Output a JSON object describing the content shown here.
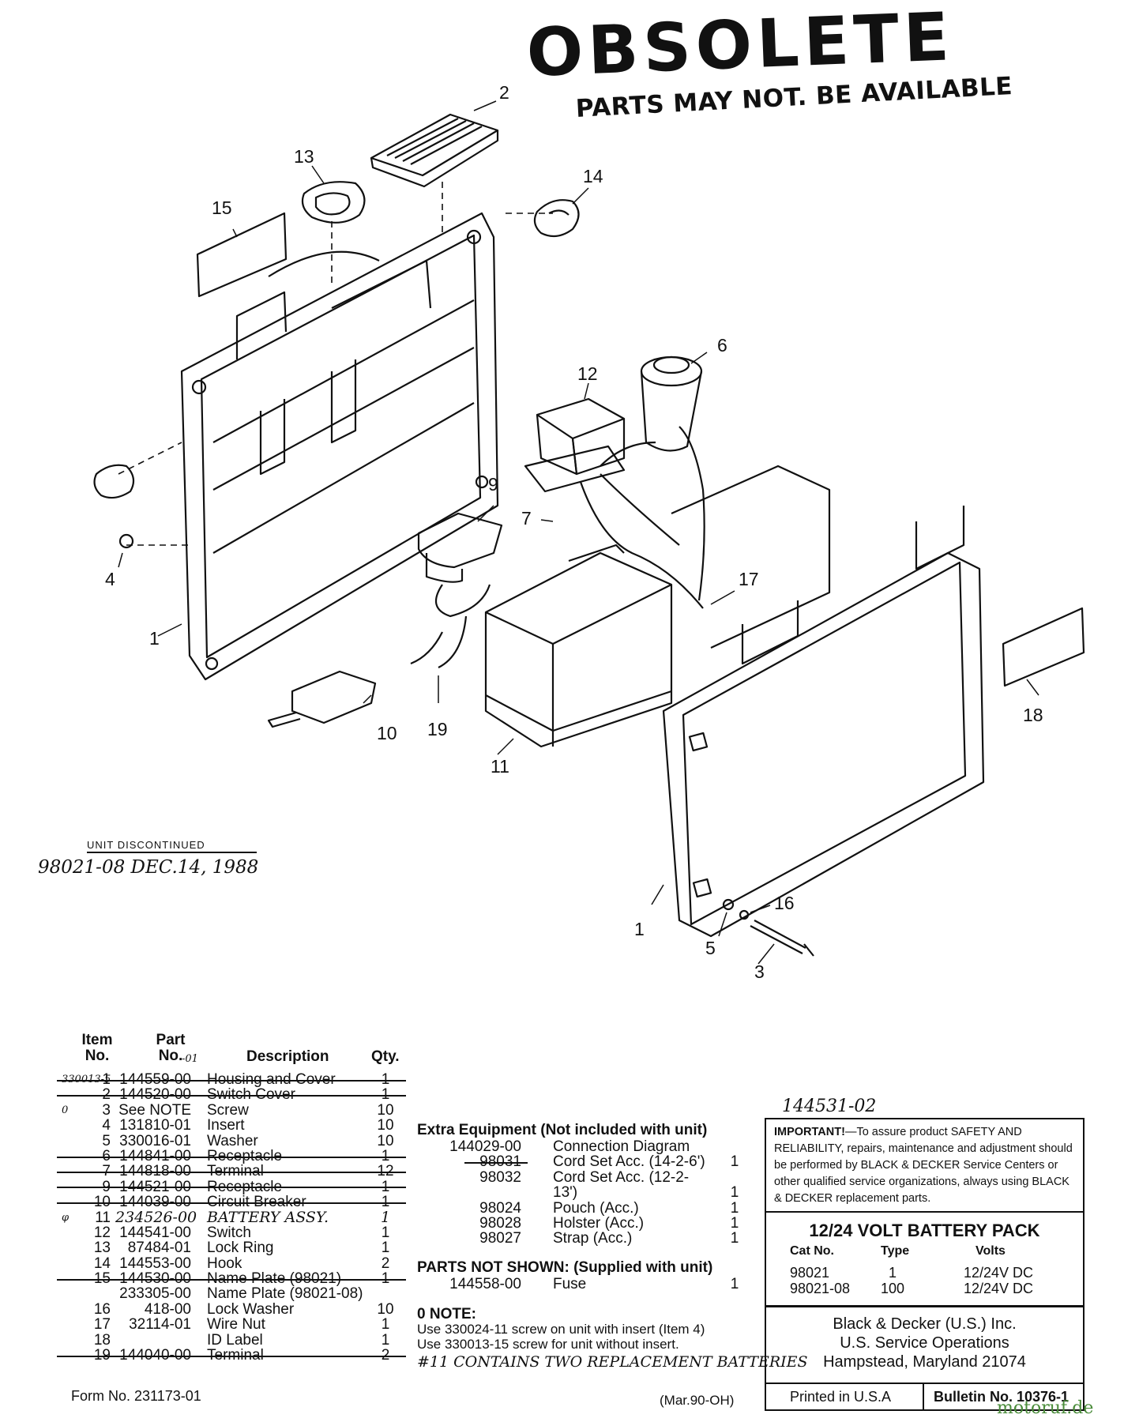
{
  "stamp": {
    "headline": "OBSOLETE",
    "subline": "PARTS MAY NOT. BE AVAILABLE"
  },
  "callouts": [
    "2",
    "13",
    "14",
    "15",
    "6",
    "12",
    "9",
    "7",
    "4",
    "1",
    "17",
    "10",
    "19",
    "11",
    "18",
    "1",
    "16",
    "5",
    "3"
  ],
  "discontinued": {
    "title": "UNIT DISCONTINUED",
    "handwritten": "98021-08   DEC.14, 1988"
  },
  "parts_table": {
    "headers": {
      "item": "Item No.",
      "part": "Part No.",
      "part_suffix": "-01",
      "desc": "Description",
      "qty": "Qty."
    },
    "rows": [
      {
        "mark": "330013-5",
        "item": "1",
        "part": "144559-00",
        "desc": "Housing and Cover",
        "qty": "1",
        "struck": true
      },
      {
        "mark": "",
        "item": "2",
        "part": "144520-00",
        "desc": "Switch Cover",
        "qty": "1",
        "struck": true
      },
      {
        "mark": "0",
        "item": "3",
        "part": "See NOTE",
        "desc": "Screw",
        "qty": "10",
        "struck": false
      },
      {
        "mark": "",
        "item": "4",
        "part": "131810-01",
        "desc": "Insert",
        "qty": "10",
        "struck": false
      },
      {
        "mark": "",
        "item": "5",
        "part": "330016-01",
        "desc": "Washer",
        "qty": "10",
        "struck": false
      },
      {
        "mark": "",
        "item": "6",
        "part": "144841-00",
        "desc": "Receptacle",
        "qty": "1",
        "struck": true
      },
      {
        "mark": "",
        "item": "7",
        "part": "144818-00",
        "desc": "Terminal",
        "qty": "12",
        "struck": true
      },
      {
        "mark": "",
        "item": "9",
        "part": "144521-00",
        "desc": "Receptacle",
        "qty": "1",
        "struck": true
      },
      {
        "mark": "",
        "item": "10",
        "part": "144039-00",
        "desc": "Circuit Breaker",
        "qty": "1",
        "struck": true
      },
      {
        "mark": "φ",
        "item": "11",
        "part": "234526-00",
        "desc": "BATTERY ASSY.",
        "qty": "1",
        "struck": false
      },
      {
        "mark": "",
        "item": "12",
        "part": "144541-00",
        "desc": "Switch",
        "qty": "1",
        "struck": false
      },
      {
        "mark": "",
        "item": "13",
        "part": "87484-01",
        "desc": "Lock Ring",
        "qty": "1",
        "struck": false
      },
      {
        "mark": "",
        "item": "14",
        "part": "144553-00",
        "desc": "Hook",
        "qty": "2",
        "struck": false
      },
      {
        "mark": "",
        "item": "15",
        "part": "144530-00",
        "desc": "Name Plate (98021)",
        "qty": "1",
        "struck": true
      },
      {
        "mark": "",
        "item": "",
        "part": "233305-00",
        "desc": "Name Plate (98021-08)",
        "qty": "",
        "struck": false
      },
      {
        "mark": "",
        "item": "16",
        "part": "418-00",
        "desc": "Lock Washer",
        "qty": "10",
        "struck": false
      },
      {
        "mark": "",
        "item": "17",
        "part": "32114-01",
        "desc": "Wire Nut",
        "qty": "1",
        "struck": false
      },
      {
        "mark": "",
        "item": "18",
        "part": "",
        "desc": "ID Label",
        "qty": "1",
        "struck": false
      },
      {
        "mark": "",
        "item": "19",
        "part": "144040-00",
        "desc": "Terminal",
        "qty": "2",
        "struck": true
      }
    ]
  },
  "extra_equipment": {
    "title": "Extra Equipment (Not included with unit)",
    "rows": [
      {
        "part": "144029-00",
        "desc": "Connection Diagram",
        "qty": "",
        "struck": false
      },
      {
        "part": "98031",
        "desc": "Cord Set Acc. (14-2-6')",
        "qty": "1",
        "struck": true
      },
      {
        "part": "98032",
        "desc": "Cord Set Acc. (12-2-",
        "qty": "",
        "struck": false
      },
      {
        "part": "",
        "desc": "13')",
        "qty": "1",
        "struck": false
      },
      {
        "part": "98024",
        "desc": "Pouch (Acc.)",
        "qty": "1",
        "struck": false
      },
      {
        "part": "98028",
        "desc": "Holster (Acc.)",
        "qty": "1",
        "struck": false
      },
      {
        "part": "98027",
        "desc": "Strap (Acc.)",
        "qty": "1",
        "struck": false
      }
    ]
  },
  "handwritten_part": "144531-02",
  "parts_not_shown": {
    "title": "PARTS NOT SHOWN: (Supplied with unit)",
    "part": "144558-00",
    "desc": "Fuse",
    "qty": "1"
  },
  "note": {
    "title": "0  NOTE:",
    "line1": "Use 330024-11 screw on unit with insert (Item 4)",
    "line2": "Use 330013-15 screw for unit without insert.",
    "handwritten": "#11 CONTAINS TWO REPLACEMENT BATTERIES"
  },
  "form_no": "Form No. 231173-01",
  "date_code": "(Mar.90-OH)",
  "important": {
    "lead": "IMPORTANT!",
    "text": "—To assure product SAFETY AND RELIABILITY, repairs, maintenance and adjustment should be performed by BLACK & DECKER Service Centers or other qualified service organizations, always using BLACK & DECKER replacement parts."
  },
  "pack": {
    "title": "12/24 VOLT BATTERY PACK",
    "headers": [
      "Cat No.",
      "Type",
      "Volts"
    ],
    "rows": [
      [
        "98021",
        "1",
        "12/24V DC"
      ],
      [
        "98021-08",
        "100",
        "12/24V DC"
      ]
    ]
  },
  "address": {
    "line1": "Black & Decker (U.S.) Inc.",
    "line2": "U.S. Service Operations",
    "line3": "Hampstead, Maryland 21074"
  },
  "printed": "Printed in U.S.A",
  "bulletin": "Bulletin No. 10376-1",
  "watermark": "motoruf.de"
}
